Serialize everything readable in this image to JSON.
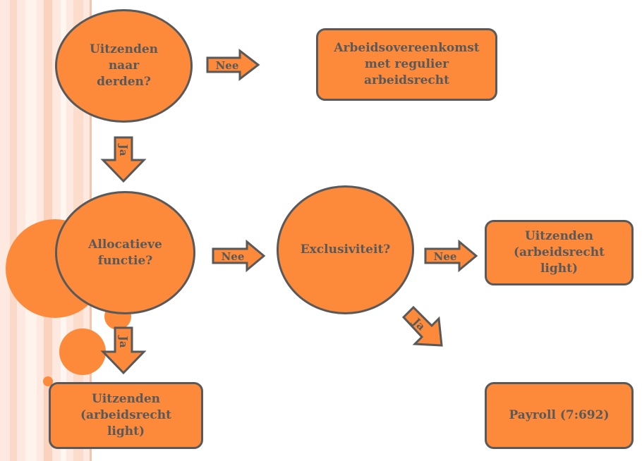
{
  "nodes": {
    "q_uitzenden": "Uitzenden\nnaar\nderden?",
    "q_allocatieve": "Allocatieve\nfunctie?",
    "q_exclusiviteit": "Exclusiviteit?",
    "r_arbeidsovereenkomst": "Arbeidsovereenkomst\nmet regulier\narbeidsrecht",
    "r_uitzenden_right": "Uitzenden\n(arbeidsrecht\nlight)",
    "r_uitzenden_bottom": "Uitzenden\n(arbeidsrecht\nlight)",
    "r_payroll": "Payroll (7:692)"
  },
  "arrows": {
    "nee_1": "Nee",
    "ja_1": "Ja",
    "nee_2": "Nee",
    "nee_3": "Nee",
    "ja_2": "Ja",
    "ja_3": "Ja"
  },
  "colors": {
    "node_fill": "#fd8a3b",
    "node_border": "#595959",
    "text": "#595959",
    "stripe_light": "#fde8de",
    "stripe_mid": "#fbd2bd"
  }
}
